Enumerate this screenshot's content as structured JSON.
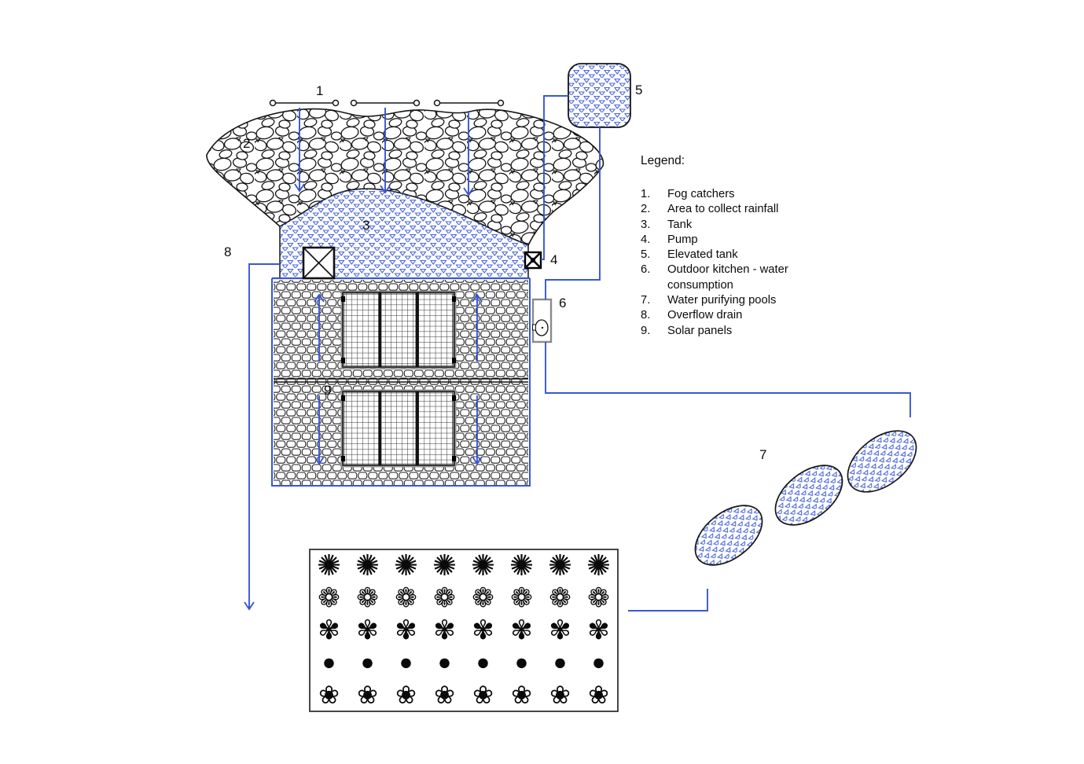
{
  "colors": {
    "pipe_blue": "#3a57d2",
    "pattern_blue": "#4e68d9",
    "outline_black": "#161616",
    "panel_gray": "#9a9a9a"
  },
  "labels": {
    "fog_catchers": "1",
    "rain_area": "2",
    "tank": "3",
    "pump": "4",
    "elevated_tank": "5",
    "outdoor_kitchen": "6",
    "purifying_pools": "7",
    "overflow_drain": "8",
    "solar_panels": "9"
  },
  "legend": {
    "title": "Legend:",
    "items": [
      {
        "n": "1.",
        "t": "Fog catchers"
      },
      {
        "n": "2.",
        "t": "Area to collect rainfall"
      },
      {
        "n": "3.",
        "t": "Tank"
      },
      {
        "n": "4.",
        "t": "Pump"
      },
      {
        "n": "5.",
        "t": "Elevated tank"
      },
      {
        "n": "6.",
        "t": "Outdoor kitchen - water consumption"
      },
      {
        "n": "7.",
        "t": "Water purifying pools"
      },
      {
        "n": "8.",
        "t": "Overflow drain"
      },
      {
        "n": "9.",
        "t": "Solar panels"
      }
    ]
  },
  "garden": {
    "columns": 8,
    "rows": [
      {
        "name": "spiky-plant",
        "glyph": "✺"
      },
      {
        "name": "petal-flower-plant",
        "glyph": "❁"
      },
      {
        "name": "shrub-plant",
        "glyph": "✾"
      },
      {
        "name": "tree-canopy-plant",
        "glyph": "●"
      },
      {
        "name": "daisy-outline-plant",
        "glyph": "❀"
      }
    ]
  }
}
